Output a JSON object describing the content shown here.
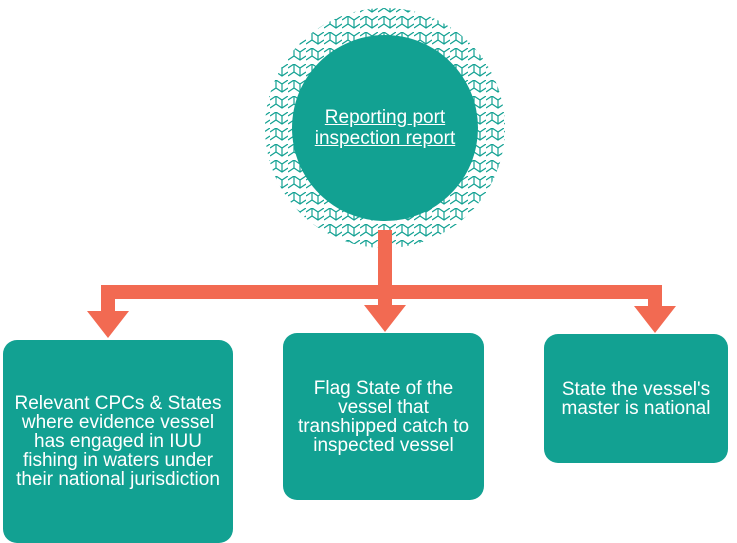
{
  "root": {
    "label": "Reporting port inspection report",
    "link": true
  },
  "recipients": [
    {
      "label": "Relevant CPCs & States where evidence vessel has engaged in IUU fishing in waters under their national jurisdiction"
    },
    {
      "label": "Flag State of the vessel that transhipped catch to inspected vessel"
    },
    {
      "label": "State the vessel's master is national"
    }
  ],
  "colors": {
    "node": "#12a192",
    "pattern": "#12a192",
    "arrow": "#f26a52",
    "text": "#ffffff"
  }
}
